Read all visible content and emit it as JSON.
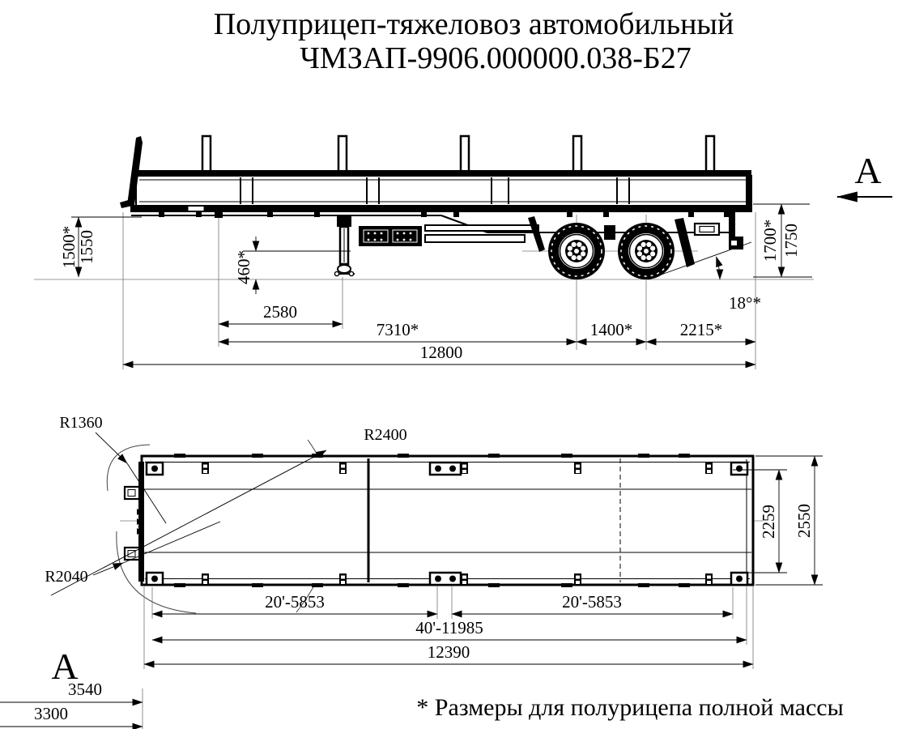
{
  "title": {
    "line1": "Полуприцеп-тяжеловоз  автомобильный",
    "line2": "ЧМЗАП-9906.000000.038-Б27"
  },
  "view_labels": {
    "top_right": "A",
    "bottom_left": "A"
  },
  "side_view": {
    "dims": {
      "height_front_laden": "1500*",
      "height_front": "1550",
      "coupling_height": "460*",
      "kingpin_to_legs": "2580",
      "kingpin_to_axle1": "7310*",
      "axle_spread": "1400*",
      "rear_overhang": "2215*",
      "overall_length": "12800",
      "height_rear_laden": "1700*",
      "height_rear": "1750",
      "departure_angle": "18°*"
    }
  },
  "plan_view": {
    "radii": {
      "r1360": "R1360",
      "r2400": "R2400",
      "r2040": "R2040"
    },
    "dims": {
      "inner_width": "2259",
      "overall_width": "2550",
      "container20_left": "20'-5853",
      "container20_right": "20'-5853",
      "container40": "40'-11985",
      "frame_length": "12390",
      "front_offset_1": "3540",
      "front_offset_2": "3300"
    }
  },
  "footnote": "* Размеры для полурицепа полной массы",
  "colors": {
    "line": "#000000",
    "background": "#ffffff",
    "thin_line": "#8c8c8c"
  }
}
